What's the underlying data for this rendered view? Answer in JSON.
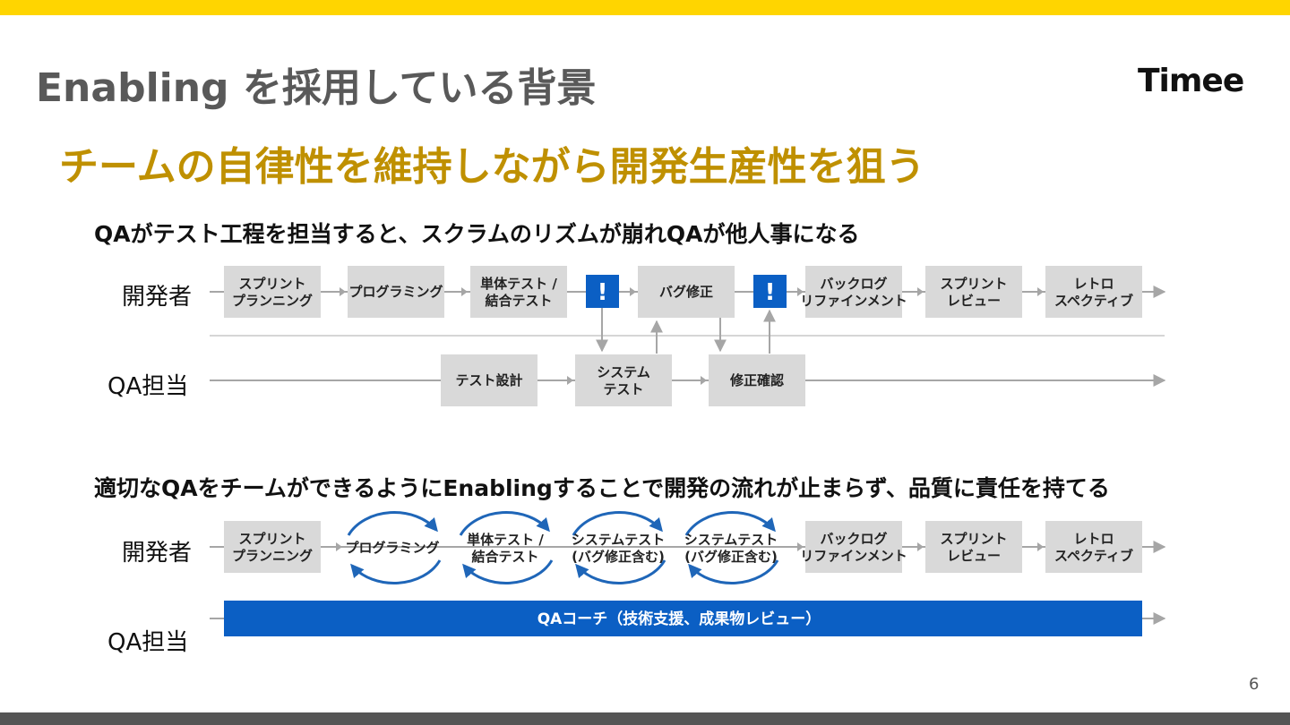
{
  "header": {
    "title": "Enabling を採用している背景",
    "logo_text": "Timee",
    "subtitle": "チームの自律性を維持しながら開発生産性を狙う"
  },
  "colors": {
    "top_bar": "#FFD500",
    "bottom_bar": "#555555",
    "subtitle": "#BF9000",
    "alert": "#0B5FC4",
    "coach_bar": "#0B5FC4",
    "loop_arrow": "#1F66B8",
    "box": "#D9D9D9"
  },
  "section1": {
    "heading": "QAがテスト工程を担当すると、スクラムのリズムが崩れQAが他人事になる",
    "roles": {
      "dev": "開発者",
      "qa": "QA担当"
    },
    "dev_steps": [
      [
        "スプリント",
        "プランニング"
      ],
      [
        "プログラミング"
      ],
      [
        "単体テスト /",
        "結合テスト"
      ],
      [
        "バグ修正"
      ],
      [
        "バックログ",
        "リファインメント"
      ],
      [
        "スプリント",
        "レビュー"
      ],
      [
        "レトロ",
        "スペクティブ"
      ]
    ],
    "alert_glyph": "!",
    "qa_steps": [
      [
        "テスト設計"
      ],
      [
        "システム",
        "テスト"
      ],
      [
        "修正確認"
      ]
    ]
  },
  "section2": {
    "heading": "適切なQAをチームができるようにEnablingすることで開発の流れが止まらず、品質に責任を持てる",
    "roles": {
      "dev": "開発者",
      "qa": "QA担当"
    },
    "dev_steps": [
      [
        "スプリント",
        "プランニング"
      ],
      [
        "バックログ",
        "リファインメント"
      ],
      [
        "スプリント",
        "レビュー"
      ],
      [
        "レトロ",
        "スペクティブ"
      ]
    ],
    "loop_steps": [
      [
        "プログラミング"
      ],
      [
        "単体テスト /",
        "結合テスト"
      ],
      [
        "システムテスト",
        "(バグ修正含む)"
      ],
      [
        "システムテスト",
        "(バグ修正含む)"
      ]
    ],
    "qa_bar_label": "QAコーチ（技術支援、成果物レビュー）"
  },
  "footer": {
    "page_number": "6"
  }
}
